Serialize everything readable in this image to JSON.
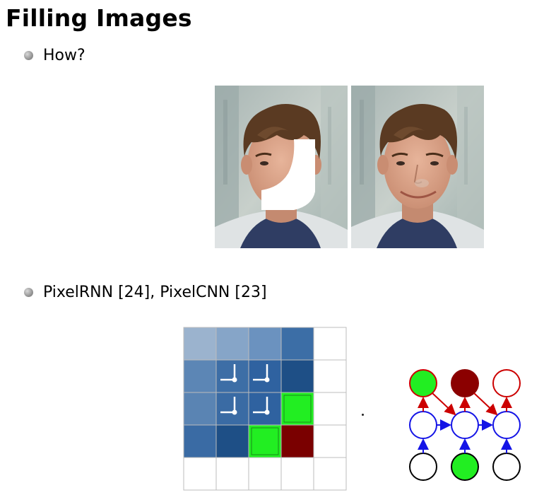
{
  "slide": {
    "title": "Filling Images"
  },
  "bullets": [
    {
      "text": "How?"
    },
    {
      "text": "PixelRNN [24], PixelCNN [23]"
    }
  ],
  "colors": {
    "known_pixel": "#22ee22",
    "current_pixel": "#7a0000",
    "context_dark": "#1e4f86",
    "grid_border": "#bcbcbc",
    "graph_blue": "#1414e6",
    "graph_red": "#cc0000"
  },
  "figures": {
    "inpainting": {
      "photos": [
        "masked-face",
        "completed-face"
      ]
    },
    "pixel_grid": {
      "rows": 5,
      "cols": 5,
      "cells": [
        [
          "#9bb3ce",
          "#86a5c8",
          "#6b92bf",
          "#3c6ea6",
          "#ffffff"
        ],
        [
          "#5c86b5",
          "#3d6ea6",
          "#2f62a0",
          "#1e4f86",
          "#ffffff"
        ],
        [
          "#5a84b3",
          "#3a6ba4",
          "#2f62a0",
          "known",
          "#ffffff"
        ],
        [
          "#3a6ba4",
          "#1e4f86",
          "known",
          "current",
          "#ffffff"
        ],
        [
          "#ffffff",
          "#ffffff",
          "#ffffff",
          "#ffffff",
          "#ffffff"
        ]
      ]
    },
    "graph": {
      "top_nodes": [
        "known",
        "current",
        "empty"
      ],
      "bottom_nodes": [
        "empty",
        "known",
        "empty"
      ]
    }
  }
}
